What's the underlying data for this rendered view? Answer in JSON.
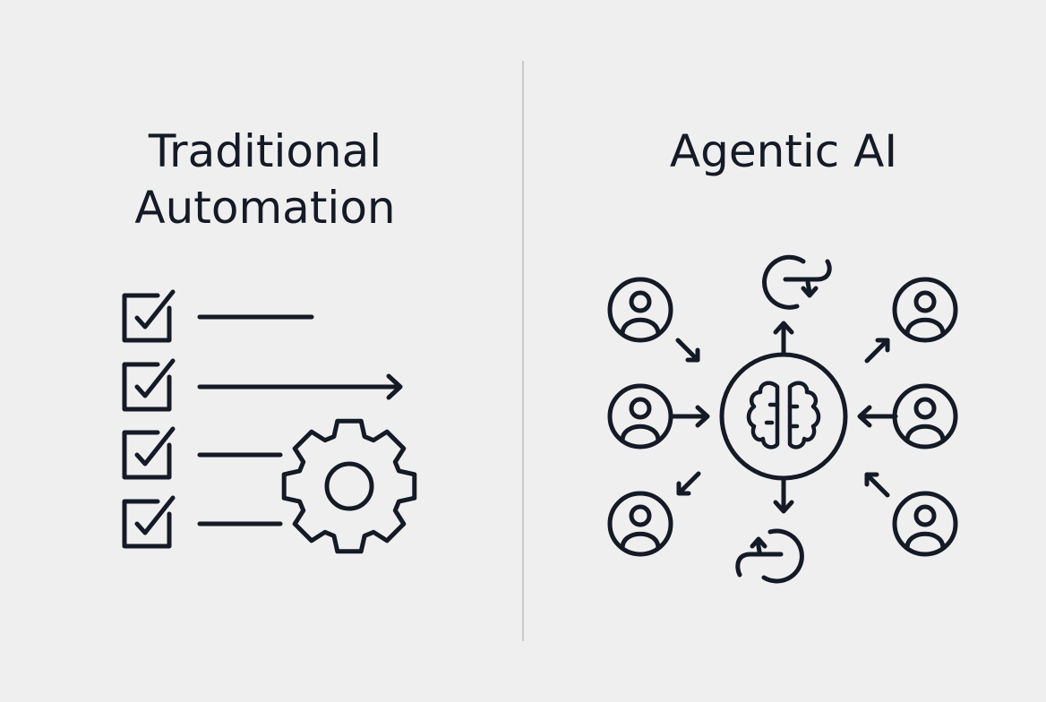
{
  "left": {
    "title_line1": "Traditional",
    "title_line2": "Automation",
    "icons": [
      "checkbox-icon",
      "checkbox-icon",
      "checkbox-icon",
      "checkbox-icon",
      "gear-icon",
      "arrow-right-icon"
    ]
  },
  "right": {
    "title": "Agentic AI",
    "icons": [
      "brain-icon",
      "user-icon",
      "refresh-icon",
      "arrow-icon"
    ]
  },
  "colors": {
    "background": "#efefef",
    "ink": "#141a26",
    "divider": "#c8c8c8"
  }
}
